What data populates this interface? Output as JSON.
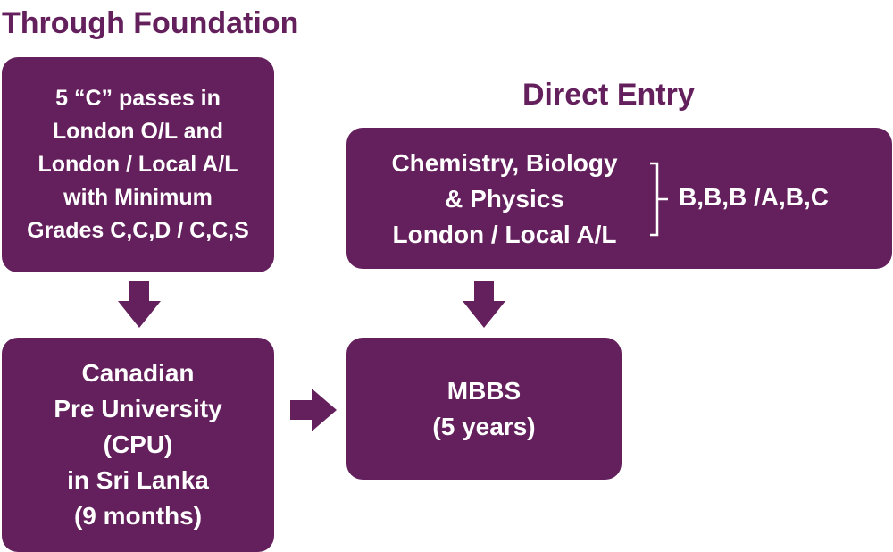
{
  "foundation": {
    "heading": "Through Foundation",
    "requirements_lines": [
      "5 “C” passes in",
      "London O/L and",
      "London / Local A/L",
      "with Minimum",
      "Grades C,C,D / C,C,S"
    ],
    "program_lines": [
      "Canadian",
      "Pre University",
      "(CPU)",
      "in Sri Lanka",
      "(9 months)"
    ]
  },
  "direct_entry": {
    "heading": "Direct Entry",
    "subject_lines": [
      "Chemistry, Biology",
      "& Physics",
      "London / Local A/L"
    ],
    "grades": "B,B,B /A,B,C"
  },
  "outcome": {
    "lines": [
      "MBBS",
      "(5 years)"
    ]
  },
  "colors": {
    "brand_purple": "#64205c",
    "text_on_box": "#ffffff"
  }
}
